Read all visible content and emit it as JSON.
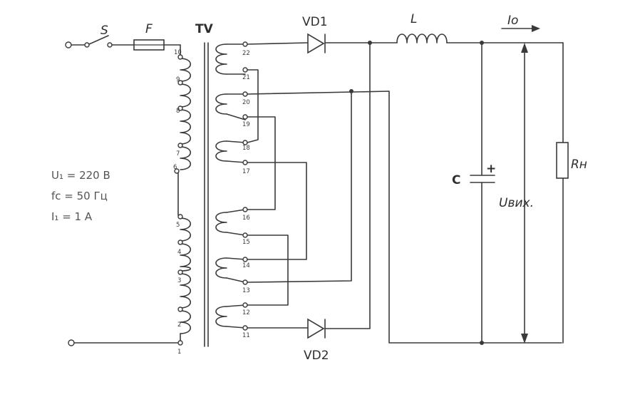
{
  "components": {
    "switch": "S",
    "fuse": "F",
    "transformer": "TV",
    "diode1": "VD1",
    "diode2": "VD2",
    "inductor": "L",
    "capacitor": "C",
    "capacitor_polarity": "+",
    "load": "Rн",
    "current": "Iо",
    "output_voltage": "Uвих."
  },
  "parameters": [
    "U₁ = 220 В",
    "fс = 50 Гц",
    "I₁ = 1 А"
  ],
  "primary_taps": [
    "1",
    "2",
    "3",
    "4",
    "5",
    "6",
    "7",
    "8",
    "9",
    "10"
  ],
  "secondary_taps": [
    "11",
    "12",
    "13",
    "14",
    "15",
    "16",
    "17",
    "18",
    "19",
    "20",
    "21",
    "22"
  ],
  "colors": {
    "ink": "#3a3a3a",
    "paper": "#ffffff"
  }
}
